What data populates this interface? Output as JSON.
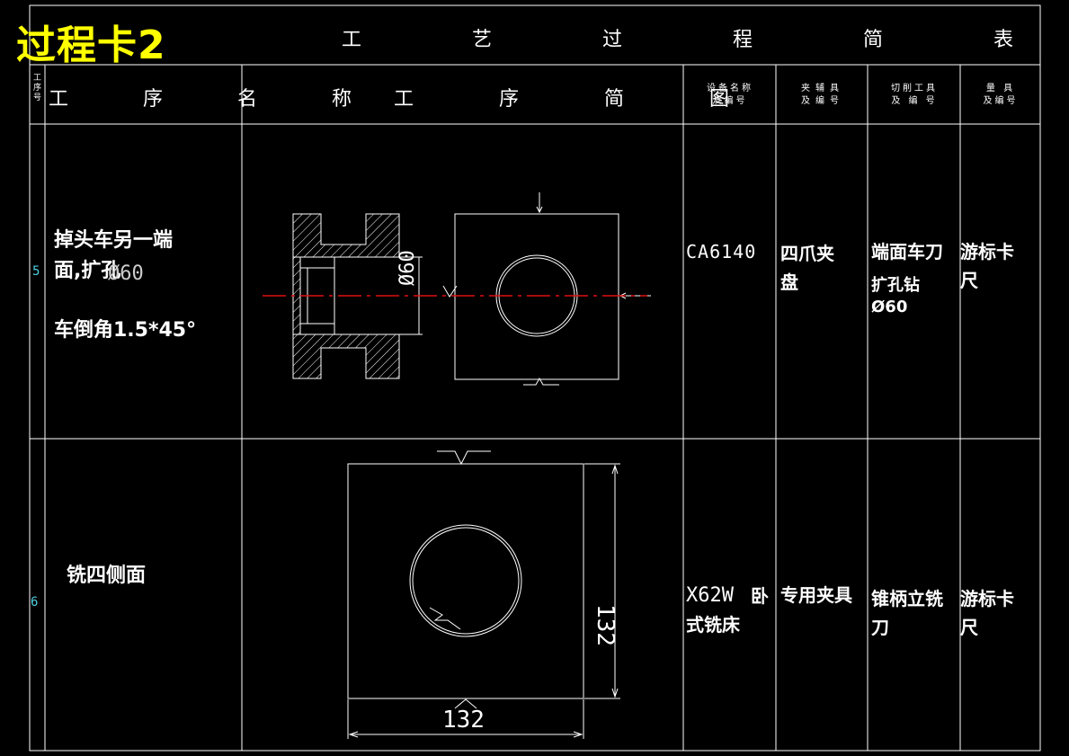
{
  "card_title": "过程卡2",
  "sheet_title": "工 艺 过 程 简 表",
  "header": {
    "step_no": "工序号",
    "step_name": "工 序 名 称",
    "step_sketch": "工 序 简 图",
    "equipment": "设备名称\n及编号",
    "fixture": "夹辅具\n及编号",
    "cutting_tool": "切削工具\n及 编 号",
    "gauge": "量 具\n及编号"
  },
  "rows": [
    {
      "no": "5",
      "name_line1": "掉头车另一端",
      "name_line2": "面,扩孔",
      "name_overlap": "Ø60",
      "name_line3": "车倒角1.5*45°",
      "equipment": "CA6140",
      "fixture": "四爪夹\n盘",
      "tool_line1": "端面车刀",
      "tool_line2": "扩孔钻\nØ60",
      "gauge": "游标卡\n尺",
      "dim_label": "Ø60"
    },
    {
      "no": "6",
      "name": "铣四侧面",
      "equipment_code": "X62W",
      "equipment_rest": "卧\n式铣床",
      "fixture": "专用夹具",
      "tool": "锥柄立铣\n刀",
      "gauge": "游标卡\n尺",
      "dim_vertical": "132",
      "dim_horizontal": "132"
    }
  ]
}
